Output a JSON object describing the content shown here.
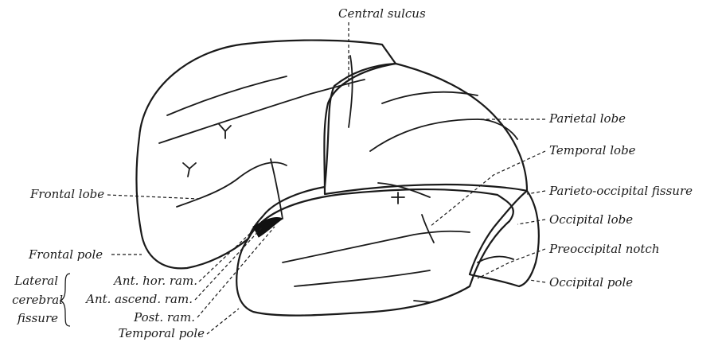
{
  "labels": {
    "central_sulcus": "Central sulcus",
    "parietal_lobe": "Parietal lobe",
    "temporal_lobe": "Temporal lobe",
    "parieto_occipital_fissure": "Parieto-occipital fissure",
    "occipital_lobe": "Occipital lobe",
    "preoccipital_notch": "Preoccipital notch",
    "occipital_pole": "Occipital pole",
    "frontal_lobe": "Frontal lobe",
    "frontal_pole": "Frontal pole",
    "lateral_cerebral_fissure": [
      "Lateral",
      "cerebral",
      "fissure"
    ],
    "ant_hor_ram": "Ant. hor. ram.",
    "ant_ascend_ram": "Ant. ascend. ram.",
    "post_ram": "Post. ram.",
    "temporal_pole": "Temporal pole"
  },
  "colors": {
    "ink": "#1a1a1a",
    "paper": "#ffffff"
  }
}
